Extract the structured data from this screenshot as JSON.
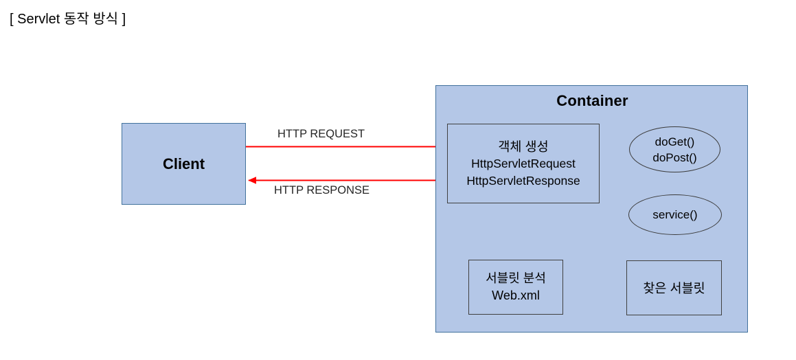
{
  "page": {
    "title": "[ Servlet 동작 방식 ]",
    "background_color": "#ffffff"
  },
  "colors": {
    "node_fill": "#b4c7e7",
    "container_border": "#41719c",
    "node_border": "#404040",
    "arrow": "#ff0000",
    "text": "#000000"
  },
  "diagram": {
    "type": "flow-diagram",
    "client": {
      "label": "Client"
    },
    "container": {
      "title": "Container",
      "nodes": {
        "object_create": {
          "line1": "객체 생성",
          "line2": "HttpServletRequest",
          "line3": "HttpServletResponse"
        },
        "doget_dopost": {
          "line1": "doGet()",
          "line2": "doPost()"
        },
        "service": {
          "label": "service()"
        },
        "servlet_analyze": {
          "line1": "서블릿 분석",
          "line2": "Web.xml"
        },
        "found_servlet": {
          "label": "찾은 서블릿"
        }
      }
    },
    "edges": [
      {
        "id": "client-to-container",
        "label": "HTTP REQUEST",
        "from": "Client",
        "to": "객체 생성",
        "direction": "right"
      },
      {
        "id": "container-to-client",
        "label": "HTTP RESPONSE",
        "from": "객체 생성",
        "to": "Client",
        "direction": "left"
      },
      {
        "id": "doget-to-object",
        "label": "",
        "from": "doGet() doPost()",
        "to": "객체 생성",
        "direction": "left"
      },
      {
        "id": "object-to-analyze",
        "label": "",
        "from": "객체 생성",
        "to": "서블릿 분석",
        "direction": "down"
      },
      {
        "id": "analyze-to-found",
        "label": "",
        "from": "서블릿 분석",
        "to": "찾은 서블릿",
        "direction": "right"
      },
      {
        "id": "found-to-service",
        "label": "",
        "from": "찾은 서블릿",
        "to": "service()",
        "direction": "up"
      },
      {
        "id": "service-to-doget",
        "label": "",
        "from": "service()",
        "to": "doGet() doPost()",
        "direction": "up"
      }
    ]
  }
}
